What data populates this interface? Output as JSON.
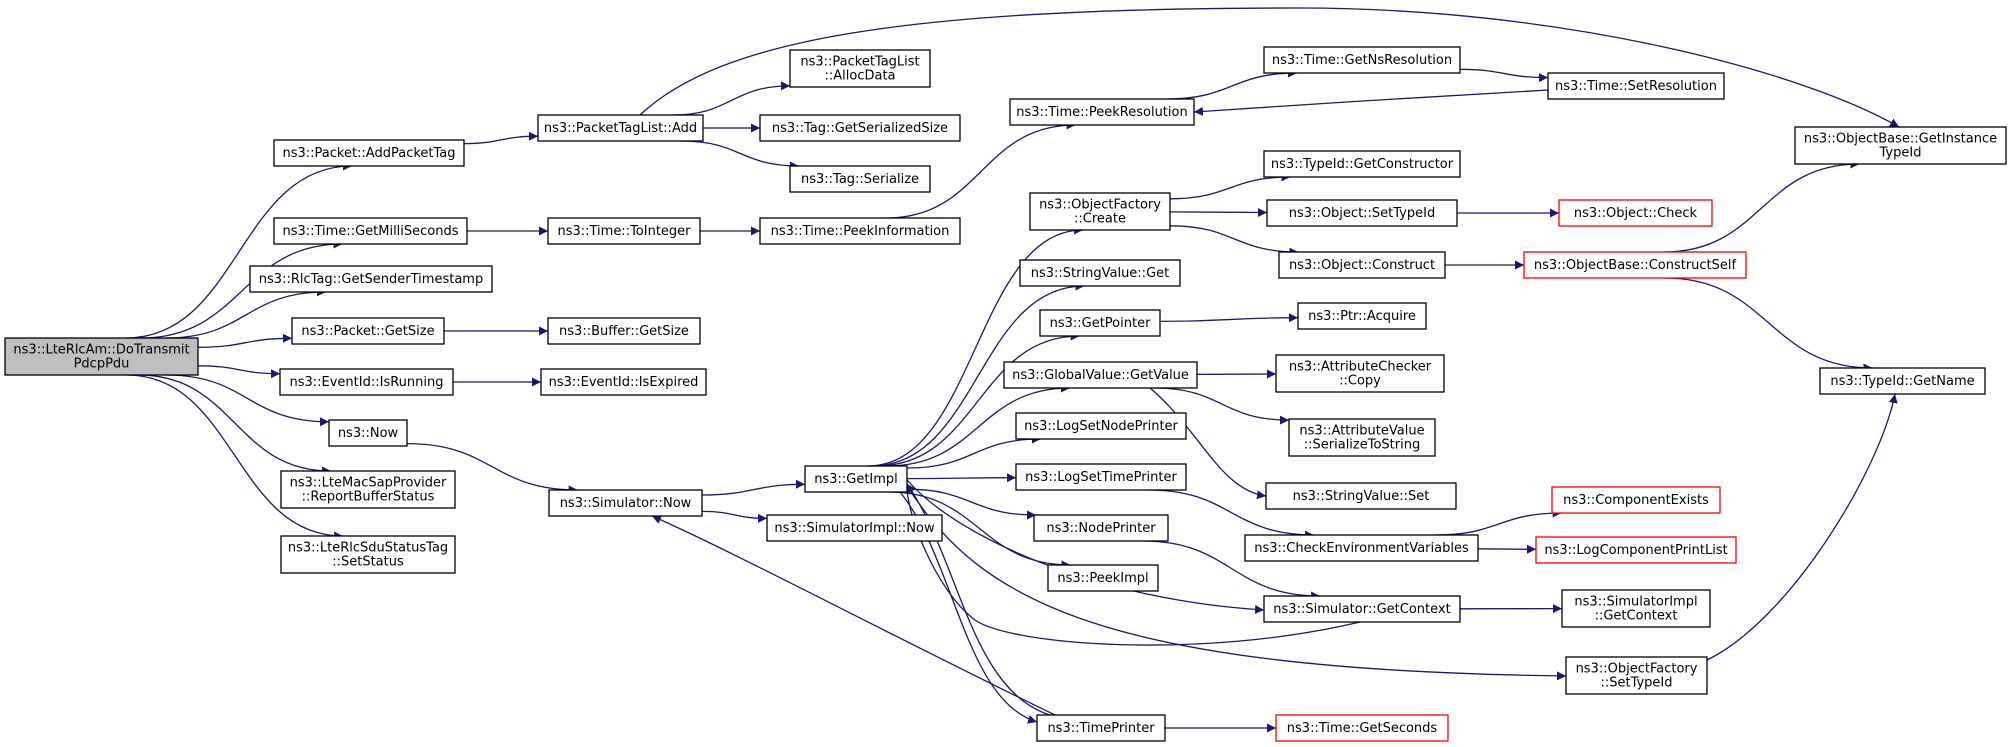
{
  "diagram": {
    "colors": {
      "edge": "#191970",
      "root_fill": "#bfbfbf",
      "truncated_border": "#ff0000",
      "node_border": "#000000"
    },
    "nodes": [
      {
        "id": "root",
        "lines": [
          "ns3::LteRlcAm::DoTransmit",
          "PdcpPdu"
        ],
        "style": "root"
      },
      {
        "id": "addPacketTag",
        "lines": [
          "ns3::Packet::AddPacketTag"
        ]
      },
      {
        "id": "getMilliSeconds",
        "lines": [
          "ns3::Time::GetMilliSeconds"
        ]
      },
      {
        "id": "rlcGetSender",
        "lines": [
          "ns3::RlcTag::GetSenderTimestamp"
        ]
      },
      {
        "id": "packetGetSize",
        "lines": [
          "ns3::Packet::GetSize"
        ]
      },
      {
        "id": "eventIsRunning",
        "lines": [
          "ns3::EventId::IsRunning"
        ]
      },
      {
        "id": "now",
        "lines": [
          "ns3::Now"
        ]
      },
      {
        "id": "reportBuffer",
        "lines": [
          "ns3::LteMacSapProvider",
          "::ReportBufferStatus"
        ]
      },
      {
        "id": "setStatus",
        "lines": [
          "ns3::LteRlcSduStatusTag",
          "::SetStatus"
        ]
      },
      {
        "id": "ptlAdd",
        "lines": [
          "ns3::PacketTagList::Add"
        ]
      },
      {
        "id": "ptlAlloc",
        "lines": [
          "ns3::PacketTagList",
          "::AllocData"
        ]
      },
      {
        "id": "tagGetSerSize",
        "lines": [
          "ns3::Tag::GetSerializedSize"
        ]
      },
      {
        "id": "tagSerialize",
        "lines": [
          "ns3::Tag::Serialize"
        ]
      },
      {
        "id": "toInteger",
        "lines": [
          "ns3::Time::ToInteger"
        ]
      },
      {
        "id": "peekInfo",
        "lines": [
          "ns3::Time::PeekInformation"
        ]
      },
      {
        "id": "peekRes",
        "lines": [
          "ns3::Time::PeekResolution"
        ]
      },
      {
        "id": "getNsRes",
        "lines": [
          "ns3::Time::GetNsResolution"
        ]
      },
      {
        "id": "setRes",
        "lines": [
          "ns3::Time::SetResolution"
        ]
      },
      {
        "id": "getInstTypeId",
        "lines": [
          "ns3::ObjectBase::GetInstance",
          "TypeId"
        ]
      },
      {
        "id": "bufferGetSize",
        "lines": [
          "ns3::Buffer::GetSize"
        ]
      },
      {
        "id": "isExpired",
        "lines": [
          "ns3::EventId::IsExpired"
        ]
      },
      {
        "id": "simNow",
        "lines": [
          "ns3::Simulator::Now"
        ]
      },
      {
        "id": "getImpl",
        "lines": [
          "ns3::GetImpl"
        ]
      },
      {
        "id": "simImplNow",
        "lines": [
          "ns3::SimulatorImpl::Now"
        ]
      },
      {
        "id": "ofCreate",
        "lines": [
          "ns3::ObjectFactory",
          "::Create"
        ]
      },
      {
        "id": "strValGet",
        "lines": [
          "ns3::StringValue::Get"
        ]
      },
      {
        "id": "getPointer",
        "lines": [
          "ns3::GetPointer"
        ]
      },
      {
        "id": "gvGetValue",
        "lines": [
          "ns3::GlobalValue::GetValue"
        ]
      },
      {
        "id": "logNodePrinter",
        "lines": [
          "ns3::LogSetNodePrinter"
        ]
      },
      {
        "id": "logTimePrinter",
        "lines": [
          "ns3::LogSetTimePrinter"
        ]
      },
      {
        "id": "nodePrinter",
        "lines": [
          "ns3::NodePrinter"
        ]
      },
      {
        "id": "peekImpl",
        "lines": [
          "ns3::PeekImpl"
        ]
      },
      {
        "id": "timePrinter",
        "lines": [
          "ns3::TimePrinter"
        ]
      },
      {
        "id": "getConstructor",
        "lines": [
          "ns3::TypeId::GetConstructor"
        ]
      },
      {
        "id": "setTypeIdObj",
        "lines": [
          "ns3::Object::SetTypeId"
        ]
      },
      {
        "id": "objCheck",
        "lines": [
          "ns3::Object::Check"
        ],
        "style": "red"
      },
      {
        "id": "objConstruct",
        "lines": [
          "ns3::Object::Construct"
        ]
      },
      {
        "id": "constructSelf",
        "lines": [
          "ns3::ObjectBase::ConstructSelf"
        ],
        "style": "red"
      },
      {
        "id": "ptrAcquire",
        "lines": [
          "ns3::Ptr::Acquire"
        ]
      },
      {
        "id": "attrCheckerCopy",
        "lines": [
          "ns3::AttributeChecker",
          "::Copy"
        ]
      },
      {
        "id": "attrValSer",
        "lines": [
          "ns3::AttributeValue",
          "::SerializeToString"
        ]
      },
      {
        "id": "strValSet",
        "lines": [
          "ns3::StringValue::Set"
        ]
      },
      {
        "id": "checkEnv",
        "lines": [
          "ns3::CheckEnvironmentVariables"
        ]
      },
      {
        "id": "compExists",
        "lines": [
          "ns3::ComponentExists"
        ],
        "style": "red"
      },
      {
        "id": "logCompPrint",
        "lines": [
          "ns3::LogComponentPrintList"
        ],
        "style": "red"
      },
      {
        "id": "simGetContext",
        "lines": [
          "ns3::Simulator::GetContext"
        ]
      },
      {
        "id": "simImplGetContext",
        "lines": [
          "ns3::SimulatorImpl",
          "::GetContext"
        ]
      },
      {
        "id": "ofSetTypeId",
        "lines": [
          "ns3::ObjectFactory",
          "::SetTypeId"
        ]
      },
      {
        "id": "typeIdGetName",
        "lines": [
          "ns3::TypeId::GetName"
        ]
      },
      {
        "id": "timeGetSeconds",
        "lines": [
          "ns3::Time::GetSeconds"
        ],
        "style": "red"
      }
    ],
    "edges": [
      [
        "root",
        "addPacketTag"
      ],
      [
        "root",
        "getMilliSeconds"
      ],
      [
        "root",
        "rlcGetSender"
      ],
      [
        "root",
        "packetGetSize"
      ],
      [
        "root",
        "eventIsRunning"
      ],
      [
        "root",
        "now"
      ],
      [
        "root",
        "reportBuffer"
      ],
      [
        "root",
        "setStatus"
      ],
      [
        "addPacketTag",
        "ptlAdd"
      ],
      [
        "ptlAdd",
        "ptlAlloc"
      ],
      [
        "ptlAdd",
        "tagGetSerSize"
      ],
      [
        "ptlAdd",
        "tagSerialize"
      ],
      [
        "ptlAdd",
        "getInstTypeId"
      ],
      [
        "getMilliSeconds",
        "toInteger"
      ],
      [
        "toInteger",
        "peekInfo"
      ],
      [
        "peekInfo",
        "peekRes"
      ],
      [
        "peekRes",
        "getNsRes"
      ],
      [
        "getNsRes",
        "setRes"
      ],
      [
        "setRes",
        "peekRes"
      ],
      [
        "packetGetSize",
        "bufferGetSize"
      ],
      [
        "eventIsRunning",
        "isExpired"
      ],
      [
        "now",
        "simNow"
      ],
      [
        "simNow",
        "getImpl"
      ],
      [
        "simNow",
        "simImplNow"
      ],
      [
        "getImpl",
        "ofCreate"
      ],
      [
        "getImpl",
        "strValGet"
      ],
      [
        "getImpl",
        "getPointer"
      ],
      [
        "getImpl",
        "gvGetValue"
      ],
      [
        "getImpl",
        "logNodePrinter"
      ],
      [
        "getImpl",
        "logTimePrinter"
      ],
      [
        "getImpl",
        "nodePrinter"
      ],
      [
        "getImpl",
        "peekImpl"
      ],
      [
        "getImpl",
        "timePrinter"
      ],
      [
        "getImpl",
        "simGetContext"
      ],
      [
        "getImpl",
        "ofSetTypeId"
      ],
      [
        "ofCreate",
        "getConstructor"
      ],
      [
        "ofCreate",
        "setTypeIdObj"
      ],
      [
        "ofCreate",
        "objConstruct"
      ],
      [
        "setTypeIdObj",
        "objCheck"
      ],
      [
        "objConstruct",
        "constructSelf"
      ],
      [
        "constructSelf",
        "getInstTypeId"
      ],
      [
        "constructSelf",
        "typeIdGetName"
      ],
      [
        "getPointer",
        "ptrAcquire"
      ],
      [
        "gvGetValue",
        "attrCheckerCopy"
      ],
      [
        "gvGetValue",
        "attrValSer"
      ],
      [
        "gvGetValue",
        "strValSet"
      ],
      [
        "logTimePrinter",
        "checkEnv"
      ],
      [
        "checkEnv",
        "compExists"
      ],
      [
        "checkEnv",
        "logCompPrint"
      ],
      [
        "nodePrinter",
        "simGetContext"
      ],
      [
        "simGetContext",
        "getImpl"
      ],
      [
        "simGetContext",
        "simImplGetContext"
      ],
      [
        "ofSetTypeId",
        "typeIdGetName"
      ],
      [
        "timePrinter",
        "simNow"
      ],
      [
        "timePrinter",
        "getImpl"
      ],
      [
        "timePrinter",
        "timeGetSeconds"
      ]
    ]
  }
}
